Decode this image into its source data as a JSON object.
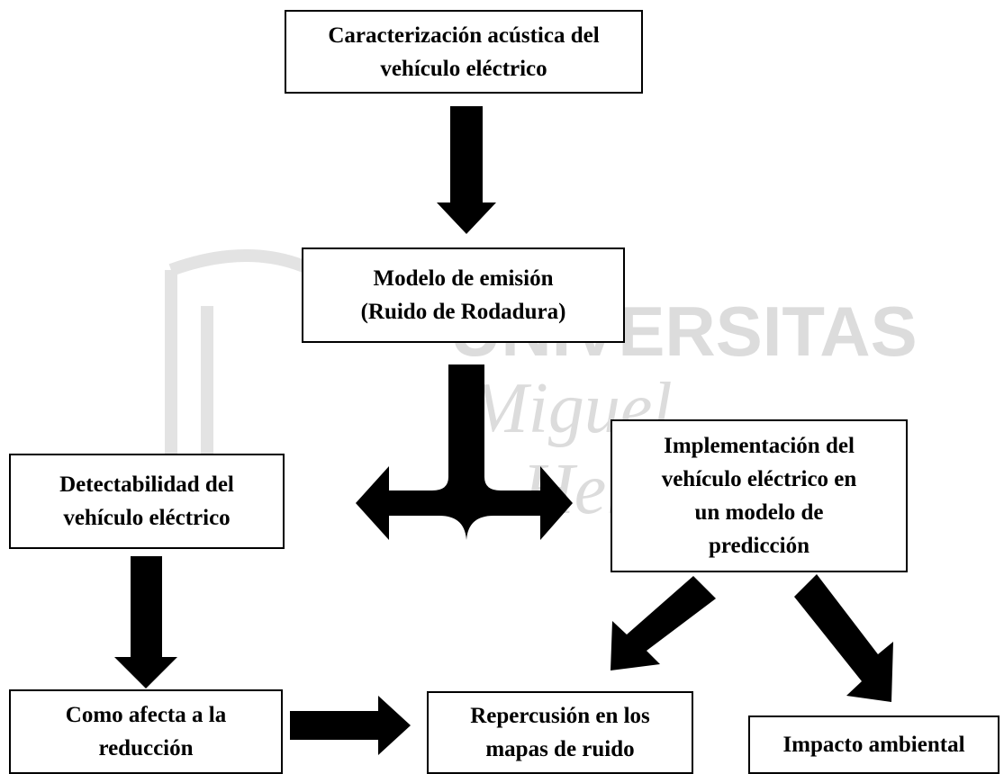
{
  "watermark": {
    "line1": "UNIVERSITAS",
    "line2": "Miguel",
    "line3": "Hernández",
    "color": "#d9d9d9"
  },
  "boxes": {
    "caracterizacion": [
      "Caracterización acústica del",
      "vehículo eléctrico"
    ],
    "modelo": [
      "Modelo de emisión",
      "(Ruido de Rodadura)"
    ],
    "detectabilidad": [
      "Detectabilidad del",
      "vehículo eléctrico"
    ],
    "implementacion": [
      "Implementación del",
      "vehículo eléctrico en",
      "un modelo de",
      "predicción"
    ],
    "como_afecta": [
      "Como afecta a la",
      "reducción"
    ],
    "repercusion": [
      "Repercusión en los",
      "mapas de ruido"
    ],
    "impacto": [
      "Impacto ambiental"
    ]
  },
  "colors": {
    "ink": "#000000",
    "background": "#ffffff"
  }
}
